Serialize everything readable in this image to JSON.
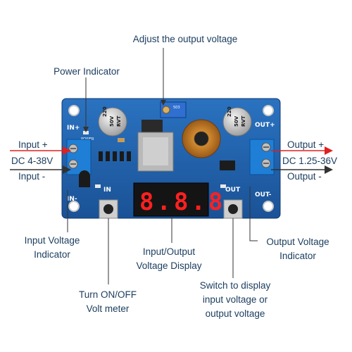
{
  "labels": {
    "adjust_output": "Adjust the output voltage",
    "power_indicator": "Power Indicator",
    "input_plus": "Input +",
    "input_range": "DC 4-38V",
    "input_minus": "Input -",
    "output_plus": "Output +",
    "output_range": "DC 1.25-36V",
    "output_minus": "Output -",
    "input_voltage_indicator": [
      "Input Voltage",
      "Indicator"
    ],
    "voltage_display": [
      "Input/Output",
      "Voltage Display"
    ],
    "output_voltage_indicator": [
      "Output Voltage",
      "Indicator"
    ],
    "turn_on_off": [
      "Turn ON/OFF",
      "Volt meter"
    ],
    "switch_display": [
      "Switch to display",
      "input voltage or",
      "output voltage"
    ]
  },
  "board": {
    "silk_in_plus": "IN+",
    "silk_in_minus": "IN-",
    "silk_out_plus": "OUT+",
    "silk_out_minus": "OUT-",
    "silk_power": "POWER",
    "silk_in": "IN",
    "silk_out": "OUT",
    "display_value": "8.8.8",
    "cap_left": [
      "220",
      "50V",
      "RVT"
    ],
    "cap_right": [
      "220",
      "50V",
      "RVT"
    ],
    "pot_code": "503"
  },
  "colors": {
    "pcb": "#1e5fa8",
    "label_text": "#1a3c5e",
    "arrow_red": "#e02020",
    "line": "#333333",
    "segment": "#ff2020"
  }
}
